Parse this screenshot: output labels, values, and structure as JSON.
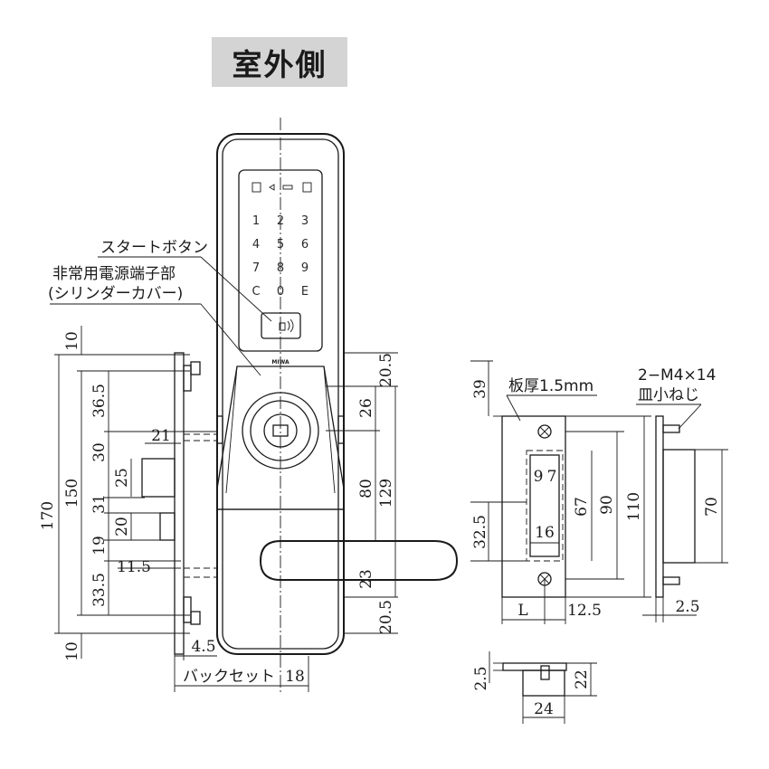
{
  "title": "室外側",
  "labels": {
    "start_button": "スタートボタン",
    "emergency_power_1": "非常用電源端子部",
    "emergency_power_2": "(シリンダーカバー)",
    "plate_thickness": "板厚1.5mm",
    "screw_1": "2−M4×14",
    "screw_2": "皿小ねじ",
    "backset": "バックセット",
    "brand": "MIWA"
  },
  "keypad": {
    "row1": [
      "1",
      "2",
      "3"
    ],
    "row2": [
      "4",
      "5",
      "6"
    ],
    "row3": [
      "7",
      "8",
      "9"
    ],
    "row4": [
      "C",
      "0",
      "E"
    ]
  },
  "dims": {
    "d170": "170",
    "d150": "150",
    "d10_top": "10",
    "d10_bottom": "10",
    "d36_5": "36.5",
    "d30": "30",
    "d21": "21",
    "d25": "25",
    "d31": "31",
    "d20": "20",
    "d19": "19",
    "d11_5": "11.5",
    "d33_5": "33.5",
    "d4_5": "4.5",
    "d18": "18",
    "d20_5_top": "20.5",
    "d26": "26",
    "d80": "80",
    "d129": "129",
    "d23": "23",
    "d20_5_bottom": "20.5",
    "d39": "39",
    "d32_5": "32.5",
    "d9": "9",
    "d7": "7",
    "d67": "67",
    "d90": "90",
    "d110": "110",
    "d16": "16",
    "dL": "L",
    "d12_5": "12.5",
    "d70": "70",
    "d2_5_right": "2.5",
    "d2_5_bottom": "2.5",
    "d22": "22",
    "d24": "24"
  }
}
